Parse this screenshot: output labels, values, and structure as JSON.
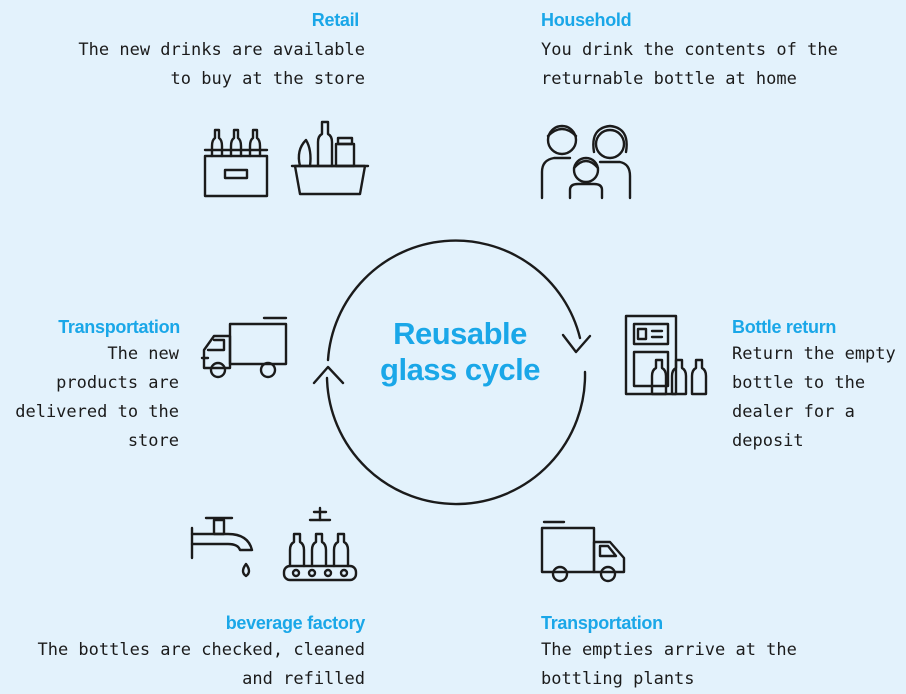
{
  "center": {
    "line1": "Reusable",
    "line2": "glass cycle"
  },
  "steps": {
    "retail": {
      "title": "Retail",
      "desc_lines": [
        "The new drinks are available",
        "to buy at the store"
      ],
      "icon": "crate-and-basket-icon"
    },
    "household": {
      "title": "Household",
      "desc_lines": [
        "You drink the contents of the",
        "returnable bottle at home"
      ],
      "icon": "family-icon"
    },
    "bottle_return": {
      "title": "Bottle return",
      "desc_lines": [
        "Return the empty",
        "bottle to the",
        "dealer for a",
        "deposit"
      ],
      "icon": "return-machine-icon"
    },
    "transport_to_plant": {
      "title": "Transportation",
      "desc_lines": [
        "The empties arrive at the",
        "bottling plants"
      ],
      "icon": "truck-icon"
    },
    "beverage_factory": {
      "title": "beverage factory",
      "desc_lines": [
        "The bottles are checked, cleaned",
        "and refilled"
      ],
      "icon": "tap-and-conveyor-icon"
    },
    "transport_to_store": {
      "title": "Transportation",
      "desc_lines": [
        "The new",
        "products are",
        "delivered to the",
        "store"
      ],
      "icon": "delivery-truck-icon"
    }
  },
  "colors": {
    "accent": "#1aa7e8",
    "background": "#e3f2fc",
    "text": "#1b1b1b"
  }
}
